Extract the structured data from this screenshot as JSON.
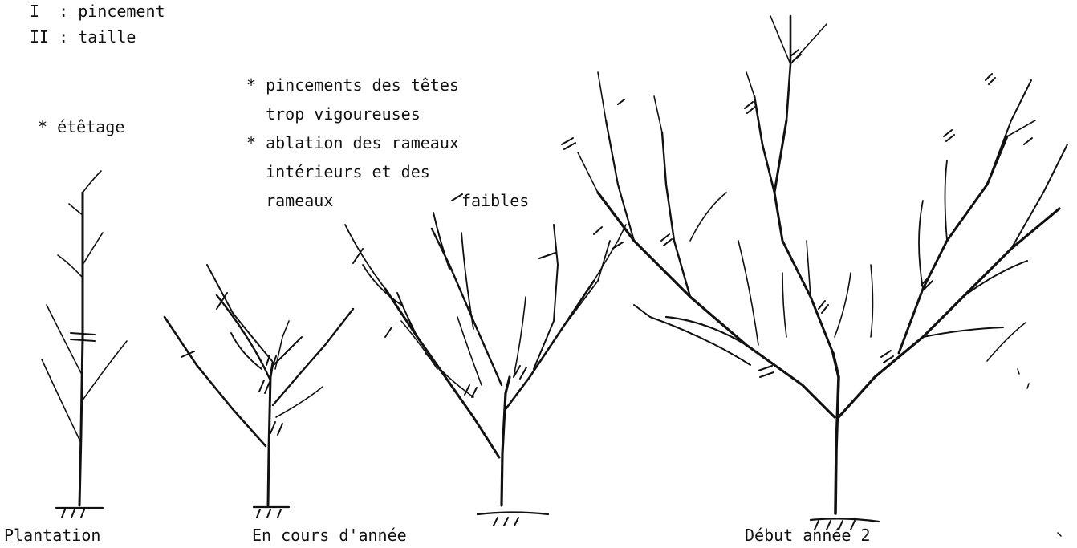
{
  "legend": {
    "line1": "I  : pincement",
    "line2": "II : taille",
    "note": "* étêtage"
  },
  "notes": {
    "line1": "* pincements des têtes",
    "line2": "  trop vigoureuses",
    "line3": "* ablation des rameaux",
    "line4": "  intérieurs et des",
    "line5": "  rameaux",
    "line5b": "faibles"
  },
  "stages": {
    "plantation": "Plantation",
    "en_cours": "En cours d'année",
    "debut": "Début année 2"
  }
}
